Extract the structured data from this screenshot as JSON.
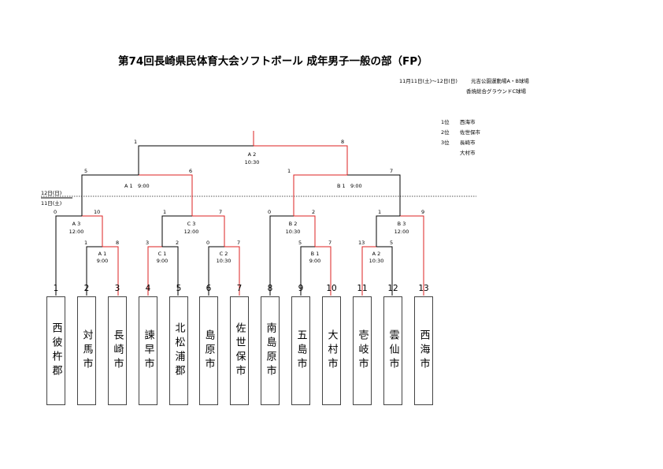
{
  "title": "第74回長崎県民体育大会ソフトボール 成年男子一般の部（FP）",
  "venue": {
    "dates": "11月11日(土)～12日(日)",
    "venue1": "元吉公園運動場A・B球場",
    "venue2": "香焼総合グラウンドC球場"
  },
  "ranking": [
    {
      "rank": "1位",
      "team": "西海市"
    },
    {
      "rank": "2位",
      "team": "佐世保市"
    },
    {
      "rank": "3位",
      "team": "長崎市"
    },
    {
      "rank": "",
      "team": "大村市"
    }
  ],
  "day_labels": {
    "day12": "12日(日)",
    "day11": "11日(土)"
  },
  "teams": [
    {
      "num": "1",
      "name": "西彼杵郡"
    },
    {
      "num": "2",
      "name": "対馬市"
    },
    {
      "num": "3",
      "name": "長崎市"
    },
    {
      "num": "4",
      "name": "諫早市"
    },
    {
      "num": "5",
      "name": "北松浦郡"
    },
    {
      "num": "6",
      "name": "島原市"
    },
    {
      "num": "7",
      "name": "佐世保市"
    },
    {
      "num": "8",
      "name": "南島原市"
    },
    {
      "num": "9",
      "name": "五島市"
    },
    {
      "num": "10",
      "name": "大村市"
    },
    {
      "num": "11",
      "name": "壱岐市"
    },
    {
      "num": "12",
      "name": "雲仙市"
    },
    {
      "num": "13",
      "name": "西海市"
    }
  ],
  "matches": {
    "r1_a1": {
      "label": "A 1",
      "time": "9:00",
      "score_l": "1",
      "score_r": "8"
    },
    "r1_c1": {
      "label": "C 1",
      "time": "9:00",
      "score_l": "3",
      "score_r": "2"
    },
    "r1_c2": {
      "label": "C 2",
      "time": "10:30",
      "score_l": "0",
      "score_r": "7"
    },
    "r1_b1": {
      "label": "B 1",
      "time": "9:00",
      "score_l": "5",
      "score_r": "7"
    },
    "r1_a2": {
      "label": "A 2",
      "time": "10:30",
      "score_l": "13",
      "score_r": "5"
    },
    "r2_a3": {
      "label": "A 3",
      "time": "12:00",
      "score_l": "0",
      "score_r": "10"
    },
    "r2_c3": {
      "label": "C 3",
      "time": "12:00",
      "score_l": "1",
      "score_r": "7"
    },
    "r2_b2": {
      "label": "B 2",
      "time": "10:30",
      "score_l": "0",
      "score_r": "2"
    },
    "r2_b3": {
      "label": "B 3",
      "time": "12:00",
      "score_l": "1",
      "score_r": "9"
    },
    "sf_a1": {
      "label": "A 1",
      "time": "9:00",
      "score_l": "5",
      "score_r": "6"
    },
    "sf_b1": {
      "label": "B 1",
      "time": "9:00",
      "score_l": "1",
      "score_r": "7"
    },
    "final": {
      "label": "A 2",
      "time": "10:30",
      "score_l": "1",
      "score_r": "8"
    }
  }
}
